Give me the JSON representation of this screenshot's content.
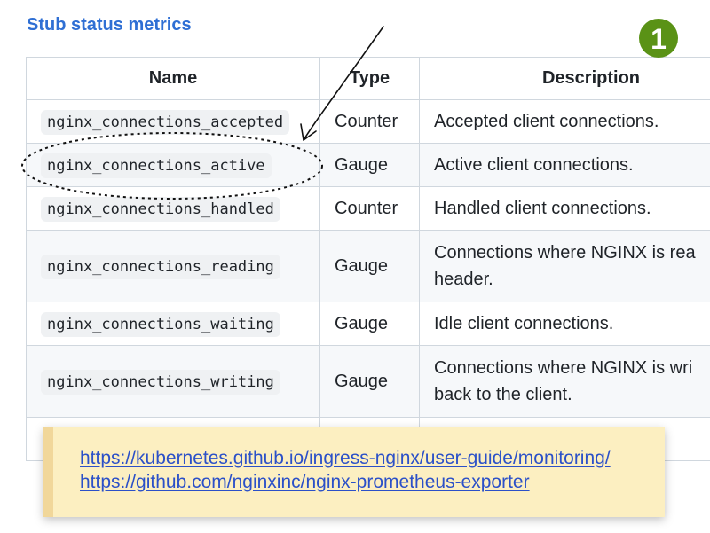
{
  "section_title": "Stub status metrics",
  "badge_number": "1",
  "table": {
    "headers": [
      "Name",
      "Type",
      "Description"
    ],
    "rows": [
      {
        "name": "nginx_connections_accepted",
        "type": "Counter",
        "description": "Accepted client connections."
      },
      {
        "name": "nginx_connections_active",
        "type": "Gauge",
        "description": "Active client connections."
      },
      {
        "name": "nginx_connections_handled",
        "type": "Counter",
        "description": "Handled client connections."
      },
      {
        "name": "nginx_connections_reading",
        "type": "Gauge",
        "description": "Connections where NGINX is rea",
        "description_line2": "header."
      },
      {
        "name": "nginx_connections_waiting",
        "type": "Gauge",
        "description": "Idle client connections."
      },
      {
        "name": "nginx_connections_writing",
        "type": "Gauge",
        "description": "Connections where NGINX is wri",
        "description_line2": "back to the client."
      }
    ]
  },
  "note": {
    "links": [
      "https://kubernetes.github.io/ingress-nginx/user-guide/monitoring/",
      "https://github.com/nginxinc/nginx-prometheus-exporter"
    ]
  },
  "colors": {
    "title_blue": "#2f6fd4",
    "badge_green": "#5a9216",
    "note_bg": "#fcefc1",
    "link_blue": "#2b50c8"
  },
  "icons": [
    "hand-drawn-arrow-annotation",
    "dashed-ellipse-highlight",
    "numbered-badge"
  ]
}
